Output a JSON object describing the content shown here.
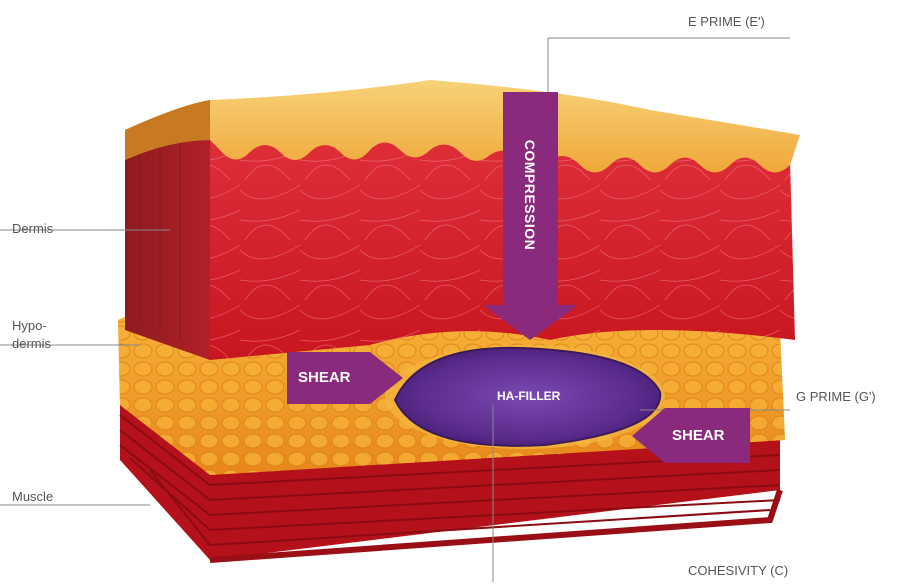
{
  "labels": {
    "dermis": "Dermis",
    "hypodermis_1": "Hypo-",
    "hypodermis_2": "dermis",
    "muscle": "Muscle",
    "e_prime": "E PRIME (E')",
    "g_prime": "G PRIME (G')",
    "cohesivity": "COHESIVITY (C)"
  },
  "arrows": {
    "compression": "COMPRESSION",
    "shear_left": "SHEAR",
    "shear_right": "SHEAR"
  },
  "filler": {
    "label": "HA-FILLER"
  },
  "colors": {
    "arrow_purple": "#8a2a7c",
    "filler_purple": "#5a2a8c",
    "dermis_red": "#d8232f",
    "fat_orange": "#f4a21e",
    "epidermis_yellow": "#f6c65a",
    "muscle_red": "#c4141e",
    "leader_line": "#888888"
  }
}
